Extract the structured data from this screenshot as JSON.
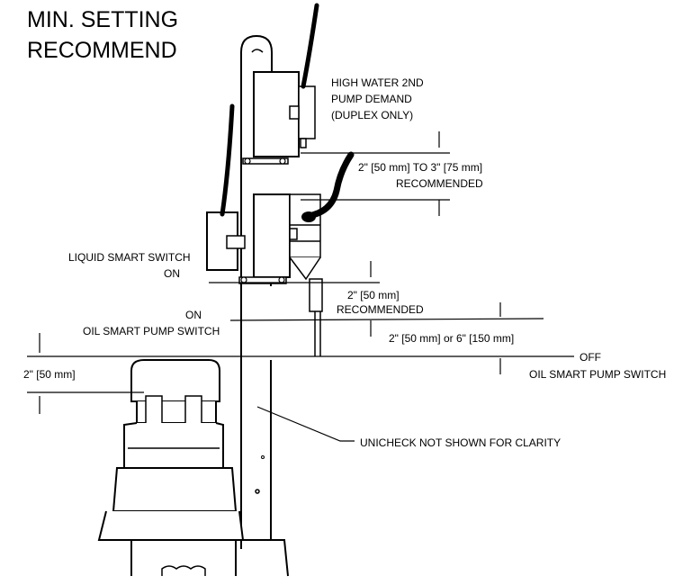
{
  "title": {
    "line1": "MIN. SETTING",
    "line2": "RECOMMEND"
  },
  "labels": {
    "high_water_1": "HIGH WATER 2ND",
    "high_water_2": "PUMP DEMAND",
    "high_water_3": "(DUPLEX ONLY)",
    "gap1_line1": "2\" [50 mm] TO 3\" [75 mm]",
    "gap1_line2": "RECOMMENDED",
    "liquid_switch_1": "LIQUID SMART SWITCH",
    "liquid_switch_2": "ON",
    "gap2_line1": "2\" [50 mm]",
    "gap2_line2": "RECOMMENDED",
    "oil_on_1": "ON",
    "oil_on_2": "OIL SMART PUMP SWITCH",
    "gap3": "2\" [50 mm] or 6\" [150 mm]",
    "oil_off_1": "OFF",
    "oil_off_2": "OIL SMART PUMP SWITCH",
    "left_gap": "2\" [50 mm]",
    "unicheck": "UNICHECK NOT SHOWN FOR CLARITY"
  }
}
